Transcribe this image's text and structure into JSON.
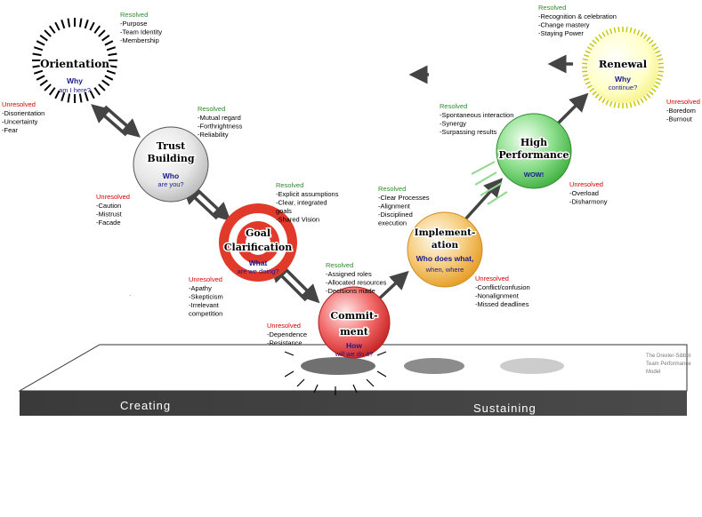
{
  "stages": [
    {
      "id": "orientation",
      "title": [
        "Orientation"
      ],
      "question": [
        "Why",
        "am I here?"
      ],
      "resolved_label": "Resolved",
      "resolved": [
        "-Purpose",
        "-Team Identity",
        "-Membership"
      ],
      "unresolved_label": "Unresolved",
      "unresolved": [
        "-Disorientation",
        "-Uncertainty",
        "-Fear"
      ]
    },
    {
      "id": "trust",
      "title": [
        "Trust",
        "Building"
      ],
      "question": [
        "Who",
        "are you?"
      ],
      "resolved_label": "Resolved",
      "resolved": [
        "-Mutual regard",
        "-Forthrightness",
        "-Reliability"
      ],
      "unresolved_label": "Unresolved",
      "unresolved": [
        "-Caution",
        "-Mistrust",
        "-Facade"
      ]
    },
    {
      "id": "goal",
      "title": [
        "Goal",
        "Clarification"
      ],
      "question": [
        "What",
        "are we doing?"
      ],
      "resolved_label": "Resolved",
      "resolved": [
        "-Explicit assumptions",
        "-Clear, integrated",
        "  goals",
        "-Shared Vision"
      ],
      "unresolved_label": "Unresolved",
      "unresolved": [
        "-Apathy",
        "-Skepticism",
        "-Irrelevant",
        "  competition"
      ]
    },
    {
      "id": "commitment",
      "title": [
        "Commit-",
        "ment"
      ],
      "question": [
        "How",
        "will we do it?"
      ],
      "resolved_label": "Resolved",
      "resolved": [
        "-Assigned roles",
        "-Allocated resources",
        "-Decisions made"
      ],
      "unresolved_label": "Unresolved",
      "unresolved": [
        "-Dependence",
        "-Resistance"
      ]
    },
    {
      "id": "implementation",
      "title": [
        "Implement-",
        "ation"
      ],
      "question": [
        "Who does what,",
        "when, where"
      ],
      "resolved_label": "Resolved",
      "resolved": [
        "-Clear Processes",
        "-Alignment",
        "-Disciplined",
        "  execution"
      ],
      "unresolved_label": "Unresolved",
      "unresolved": [
        "-Conflict/confusion",
        "-Nonalignment",
        "-Missed deadlines"
      ]
    },
    {
      "id": "high",
      "title": [
        "High",
        "Performance"
      ],
      "question": [
        "WOW!"
      ],
      "resolved_label": "Resolved",
      "resolved": [
        "-Spontaneous interaction",
        "-Synergy",
        "-Surpassing results"
      ],
      "unresolved_label": "Unresolved",
      "unresolved": [
        "-Overload",
        "-Disharmony"
      ]
    },
    {
      "id": "renewal",
      "title": [
        "Renewal"
      ],
      "question": [
        "Why",
        "continue?"
      ],
      "resolved_label": "Resolved",
      "resolved": [
        "-Recognition & celebration",
        "-Change mastery",
        "-Staying Power"
      ],
      "unresolved_label": "Unresolved",
      "unresolved": [
        "-Boredom",
        "-Burnout"
      ]
    }
  ],
  "base": {
    "left_label": "Creating",
    "right_label": "Sustaining",
    "credit": [
      "The Drexler-Sibbet",
      "Team Performance",
      "Model"
    ]
  },
  "colors": {
    "resolved": "#2e8b2e",
    "unresolved": "#d40000",
    "question": "#1a1a8c",
    "trust": "#d8d8d8",
    "goal": "#e23a2a",
    "commitment": "#e84a4a",
    "implementation": "#f2b24a",
    "high": "#5dc75d",
    "renewal": "#ffffa8"
  }
}
